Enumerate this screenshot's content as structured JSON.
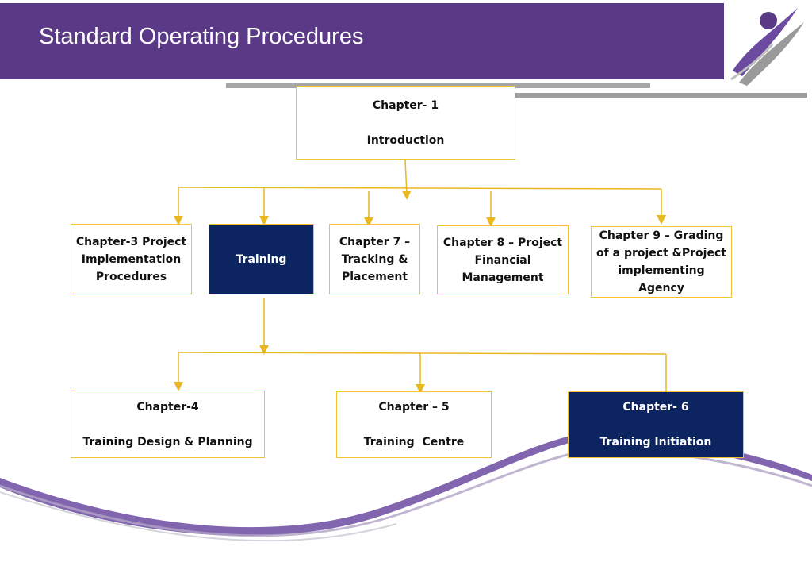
{
  "header": {
    "title": "Standard Operating Procedures"
  },
  "colors": {
    "header_bg": "#5a3a86",
    "box_border": "#f2c232",
    "connector": "#e9b820",
    "highlight_fill": "#0c2460",
    "accent_gray": "#a6a6a6"
  },
  "nodes": {
    "ch1": {
      "line1": "Chapter- 1",
      "line2": "Introduction"
    },
    "ch3": {
      "text": "Chapter-3 Project Implementation Procedures"
    },
    "training": {
      "text": "Training"
    },
    "ch7": {
      "text": "Chapter 7 – Tracking & Placement"
    },
    "ch8": {
      "text": "Chapter 8 – Project Financial Management"
    },
    "ch9": {
      "text": "Chapter 9 – Grading of a project &Project implementing Agency"
    },
    "ch4": {
      "line1": "Chapter-4",
      "line2": "Training Design & Planning"
    },
    "ch5": {
      "line1": "Chapter – 5",
      "line2": "Training  Centre"
    },
    "ch6": {
      "line1": "Chapter- 6",
      "line2": "Training Initiation"
    }
  },
  "icons": {
    "logo": "person-swoosh-logo-icon"
  }
}
